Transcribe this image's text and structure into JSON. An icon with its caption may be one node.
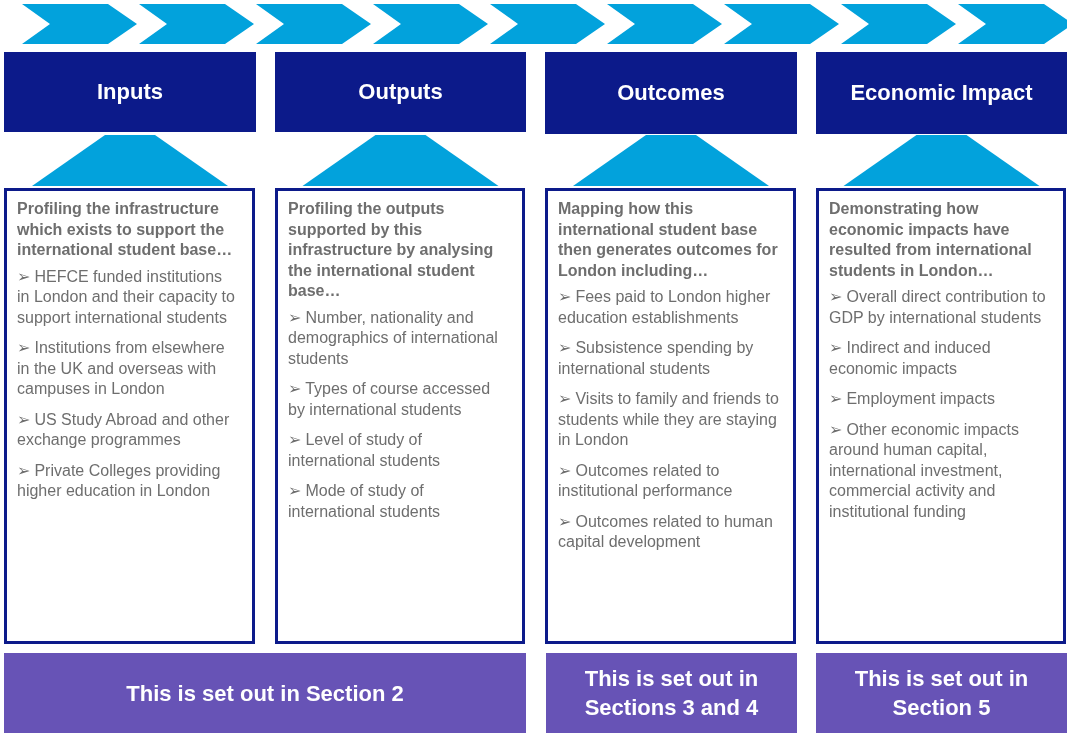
{
  "diagram": {
    "nodes": [
      {
        "text": [
          "Inputs"
        ]
      },
      {
        "text": [
          "Outputs"
        ]
      },
      {
        "text": [
          "Outcomes"
        ]
      },
      {
        "text": [
          "Economic Impact"
        ]
      },
      {
        "text": [
          "Profiling the infrastructure which exists to support the international student base…",
          "➢ HEFCE funded institutions in London and their capacity to support international students",
          "➢ Institutions from elsewhere in the UK and overseas with campuses in London",
          "➢ US Study Abroad and other exchange programmes",
          "➢ Private Colleges providing higher education in London"
        ]
      },
      {
        "text": [
          "Profiling the outputs supported by this infrastructure by analysing the international student base…",
          "➢ Number, nationality and demographics of international students",
          "➢ Types of course accessed by international students",
          "➢ Level of study of international students",
          "➢ Mode of study of international students"
        ]
      },
      {
        "text": [
          "Mapping how this international student base then generates outcomes for London including…",
          "➢ Fees paid to London higher education establishments",
          "➢ Subsistence spending by international students",
          "➢ Visits to family and friends to students while they are staying in London",
          "➢ Outcomes related to institutional performance",
          "➢ Outcomes related to human capital development"
        ]
      },
      {
        "text": [
          "Demonstrating how economic impacts have resulted from international students in London…",
          "➢ Overall direct contribution to GDP by international students",
          "➢ Indirect and induced economic impacts",
          "➢ Employment impacts",
          "➢ Other economic impacts around human capital, international investment, commercial activity and institutional funding"
        ]
      },
      {
        "text": [
          "This is set out in Section 2"
        ]
      },
      {
        "text": [
          "This is set out in Sections 3 and 4"
        ]
      },
      {
        "text": [
          "This is set out in Section 5"
        ]
      },
      {
        "text": [],
        "shape": "trapezoid"
      },
      {
        "text": [],
        "shape": "trapezoid"
      },
      {
        "text": [],
        "shape": "trapezoid"
      },
      {
        "text": [],
        "shape": "trapezoid"
      }
    ]
  }
}
